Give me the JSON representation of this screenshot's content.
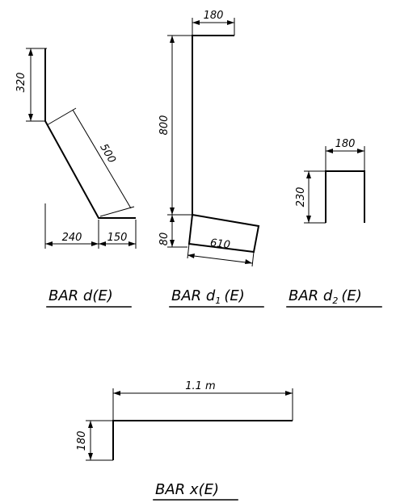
{
  "bar_d": {
    "title": "BAR d(E)",
    "dims": {
      "vertical_leg": "320",
      "sloped_leg": "500",
      "base_left": "240",
      "base_right": "150"
    }
  },
  "bar_d1": {
    "title_main": "BAR d",
    "title_sub": "1",
    "title_suffix": "(E)",
    "dims": {
      "top_hook": "180",
      "vertical_leg": "800",
      "foot_height": "80",
      "foot_length": "610"
    }
  },
  "bar_d2": {
    "title_main": "BAR d",
    "title_sub": "2",
    "title_suffix": "(E)",
    "dims": {
      "width": "180",
      "height": "230"
    }
  },
  "bar_x": {
    "title": "BAR x(E)",
    "dims": {
      "length": "1.1 m",
      "height": "180"
    }
  }
}
